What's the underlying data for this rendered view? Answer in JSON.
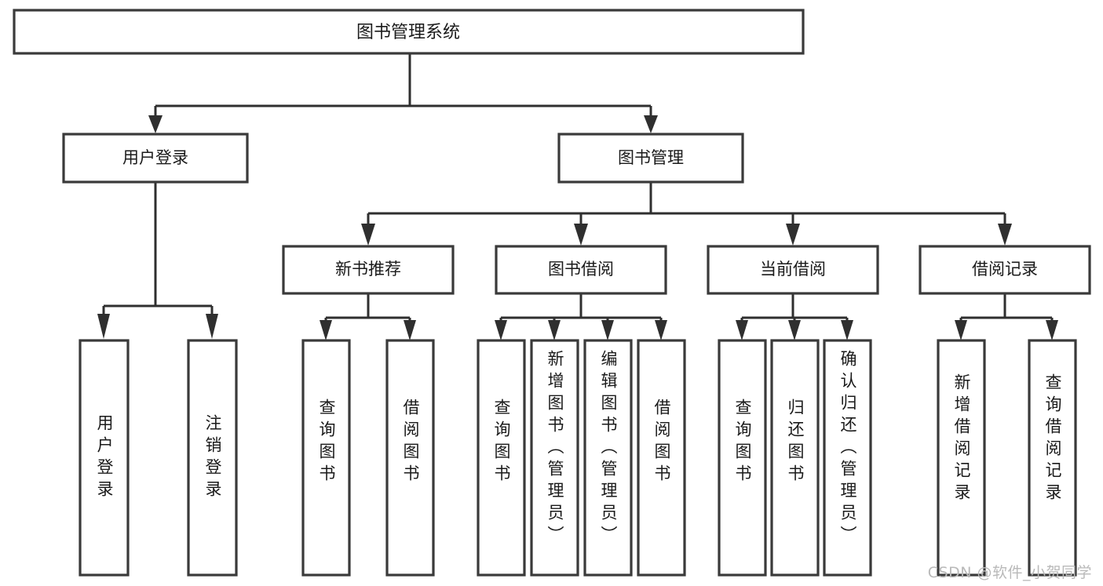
{
  "diagram": {
    "title": "图书管理系统",
    "type": "tree-hierarchy-chart",
    "root": {
      "id": "root",
      "label": "图书管理系统",
      "orientation": "horizontal"
    },
    "level2": [
      {
        "id": "user-login",
        "label": "用户登录",
        "orientation": "horizontal"
      },
      {
        "id": "book-management",
        "label": "图书管理",
        "orientation": "horizontal"
      }
    ],
    "level3": [
      {
        "id": "new-book-recommend",
        "label": "新书推荐",
        "parent": "book-management",
        "orientation": "horizontal"
      },
      {
        "id": "book-borrow",
        "label": "图书借阅",
        "parent": "book-management",
        "orientation": "horizontal"
      },
      {
        "id": "current-borrow",
        "label": "当前借阅",
        "parent": "book-management",
        "orientation": "horizontal"
      },
      {
        "id": "borrow-record",
        "label": "借阅记录",
        "parent": "book-management",
        "orientation": "horizontal"
      }
    ],
    "leaves": [
      {
        "id": "leaf-user-login",
        "label": "用户登录",
        "parent": "user-login",
        "orientation": "vertical"
      },
      {
        "id": "leaf-user-logout",
        "label": "注销登录",
        "parent": "user-login",
        "orientation": "vertical"
      },
      {
        "id": "leaf-query-book-1",
        "label": "查询图书",
        "parent": "new-book-recommend",
        "orientation": "vertical"
      },
      {
        "id": "leaf-borrow-book-1",
        "label": "借阅图书",
        "parent": "new-book-recommend",
        "orientation": "vertical"
      },
      {
        "id": "leaf-query-book-2",
        "label": "查询图书",
        "parent": "book-borrow",
        "orientation": "vertical"
      },
      {
        "id": "leaf-add-book",
        "label": "新增图书（管理员）",
        "parent": "book-borrow",
        "orientation": "vertical"
      },
      {
        "id": "leaf-edit-book",
        "label": "编辑图书（管理员）",
        "parent": "book-borrow",
        "orientation": "vertical"
      },
      {
        "id": "leaf-borrow-book-2",
        "label": "借阅图书",
        "parent": "book-borrow",
        "orientation": "vertical"
      },
      {
        "id": "leaf-query-book-3",
        "label": "查询图书",
        "parent": "current-borrow",
        "orientation": "vertical"
      },
      {
        "id": "leaf-return-book",
        "label": "归还图书",
        "parent": "current-borrow",
        "orientation": "vertical"
      },
      {
        "id": "leaf-confirm-return",
        "label": "确认归还（管理员）",
        "parent": "current-borrow",
        "orientation": "vertical"
      },
      {
        "id": "leaf-add-record",
        "label": "新增借阅记录",
        "parent": "borrow-record",
        "orientation": "vertical"
      },
      {
        "id": "leaf-query-record",
        "label": "查询借阅记录",
        "parent": "borrow-record",
        "orientation": "vertical"
      }
    ],
    "colors": {
      "box_stroke": "#3a3a3a",
      "connector": "#2f2f2f",
      "text": "#1a1a1a",
      "background": "#ffffff",
      "watermark": "#b9b9b9"
    }
  },
  "watermark": {
    "text": "CSDN @软件_小贺同学"
  }
}
